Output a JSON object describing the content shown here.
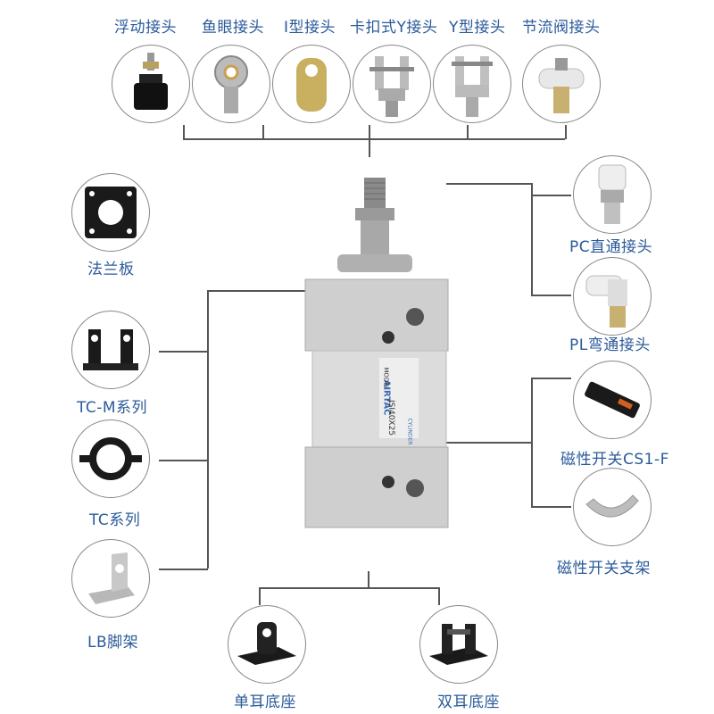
{
  "top_labels": [
    "浮动接头",
    "鱼眼接头",
    "I型接头",
    "卡扣式Y接头",
    "Y型接头",
    "节流阀接头"
  ],
  "left_labels": [
    "法兰板",
    "TC-M系列",
    "TC系列",
    "LB脚架"
  ],
  "right_labels": [
    "PC直通接头",
    "PL弯通接头",
    "磁性开关CS1-F",
    "磁性开关支架"
  ],
  "bottom_labels": [
    "单耳底座",
    "双耳底座"
  ],
  "cylinder": {
    "brand": "AIRTAC",
    "model_label": "MODEL",
    "model": "JSI40X25",
    "sub": "CYLINDER"
  },
  "colors": {
    "label": "#2a5a9a",
    "line": "#555555",
    "body": "#c8c8c8"
  }
}
